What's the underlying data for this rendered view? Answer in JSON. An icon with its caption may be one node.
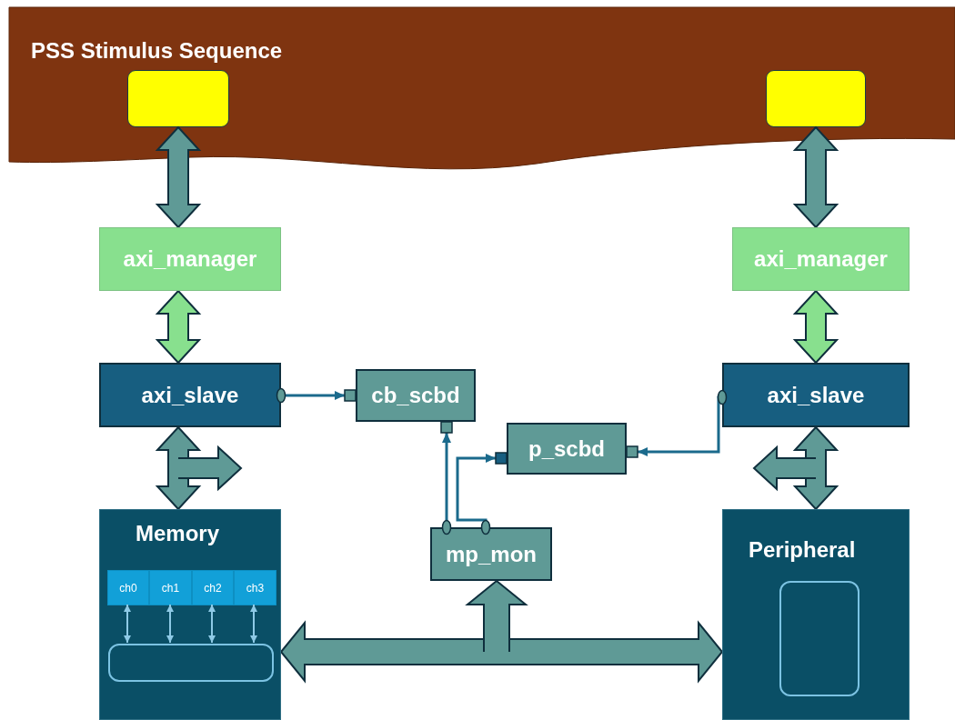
{
  "diagram": {
    "nodes": [
      {
        "text": [
          "PSS Stimulus Sequence"
        ]
      },
      {
        "text": [],
        "shape": "box",
        "in": 0
      },
      {
        "text": [],
        "shape": "box",
        "in": 0
      },
      {
        "text": [
          "axi_manager"
        ]
      },
      {
        "text": [
          "axi_manager"
        ]
      },
      {
        "text": [
          "axi_slave"
        ]
      },
      {
        "text": [
          "axi_slave"
        ]
      },
      {
        "text": [
          "cb_scbd"
        ]
      },
      {
        "text": [
          "p_scbd"
        ]
      },
      {
        "text": [
          "Memory"
        ]
      },
      {
        "text": [
          "ch0"
        ],
        "in": 9
      },
      {
        "text": [
          "ch1"
        ],
        "in": 9
      },
      {
        "text": [
          "ch2"
        ],
        "in": 9
      },
      {
        "text": [
          "ch3"
        ],
        "in": 9
      },
      {
        "text": [],
        "shape": "box",
        "in": 9
      },
      {
        "text": [
          "mp_mon"
        ]
      },
      {
        "text": [
          "Peripheral"
        ]
      },
      {
        "text": [],
        "shape": "box",
        "in": 16
      }
    ],
    "edges": [
      {
        "from": 1,
        "to": 3,
        "arrow": "both",
        "style": "thick"
      },
      {
        "from": 2,
        "to": 4,
        "arrow": "both",
        "style": "thick"
      },
      {
        "from": 3,
        "to": 5,
        "arrow": "both",
        "style": "thick",
        "color": "#88e08e"
      },
      {
        "from": 4,
        "to": 6,
        "arrow": "both",
        "style": "thick",
        "color": "#88e08e"
      },
      {
        "from": 5,
        "to": 9,
        "arrow": "both",
        "style": "thick"
      },
      {
        "from": 5,
        "to": null,
        "arrow": "to",
        "style": "thick"
      },
      {
        "from": 6,
        "to": 16,
        "arrow": "both",
        "style": "thick"
      },
      {
        "from": 6,
        "to": null,
        "arrow": "to",
        "style": "thick"
      },
      {
        "from": 9,
        "to": 16,
        "arrow": "both",
        "style": "thick"
      },
      {
        "from": null,
        "to": 15,
        "arrow": "to",
        "style": "thick"
      },
      {
        "from": 5,
        "to": 7,
        "arrow": "to"
      },
      {
        "from": 6,
        "to": 8,
        "arrow": "to"
      },
      {
        "from": 15,
        "to": 7,
        "arrow": "to"
      },
      {
        "from": 15,
        "to": 8,
        "arrow": "to"
      },
      {
        "from": 10,
        "to": 14,
        "arrow": "both",
        "color": "#8ecae6"
      },
      {
        "from": 11,
        "to": 14,
        "arrow": "both",
        "color": "#8ecae6"
      },
      {
        "from": 12,
        "to": 14,
        "arrow": "both",
        "color": "#8ecae6"
      },
      {
        "from": 13,
        "to": 14,
        "arrow": "both",
        "color": "#8ecae6"
      }
    ]
  }
}
